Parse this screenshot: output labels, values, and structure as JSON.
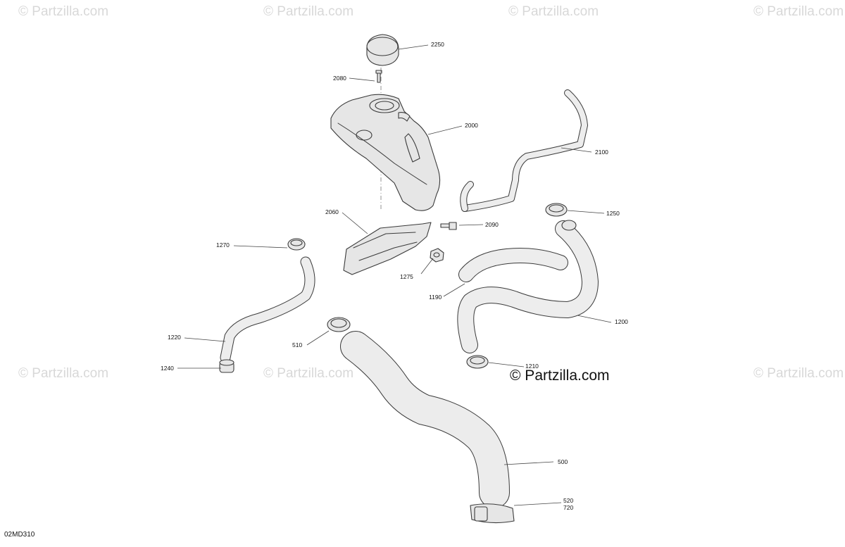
{
  "watermark": "© Partzilla.com",
  "brand_watermark": "© Partzilla.com",
  "diagram_code": "02MD310",
  "callouts": {
    "c2250": "2250",
    "c2080": "2080",
    "c2000": "2000",
    "c2100": "2100",
    "c2060": "2060",
    "c2090": "2090",
    "c1250": "1250",
    "c1270": "1270",
    "c1275": "1275",
    "c1190": "1190",
    "c1200": "1200",
    "c1220": "1220",
    "c510": "510",
    "c1240": "1240",
    "c1210": "1210",
    "c500": "500",
    "c520": "520",
    "c720": "720"
  }
}
